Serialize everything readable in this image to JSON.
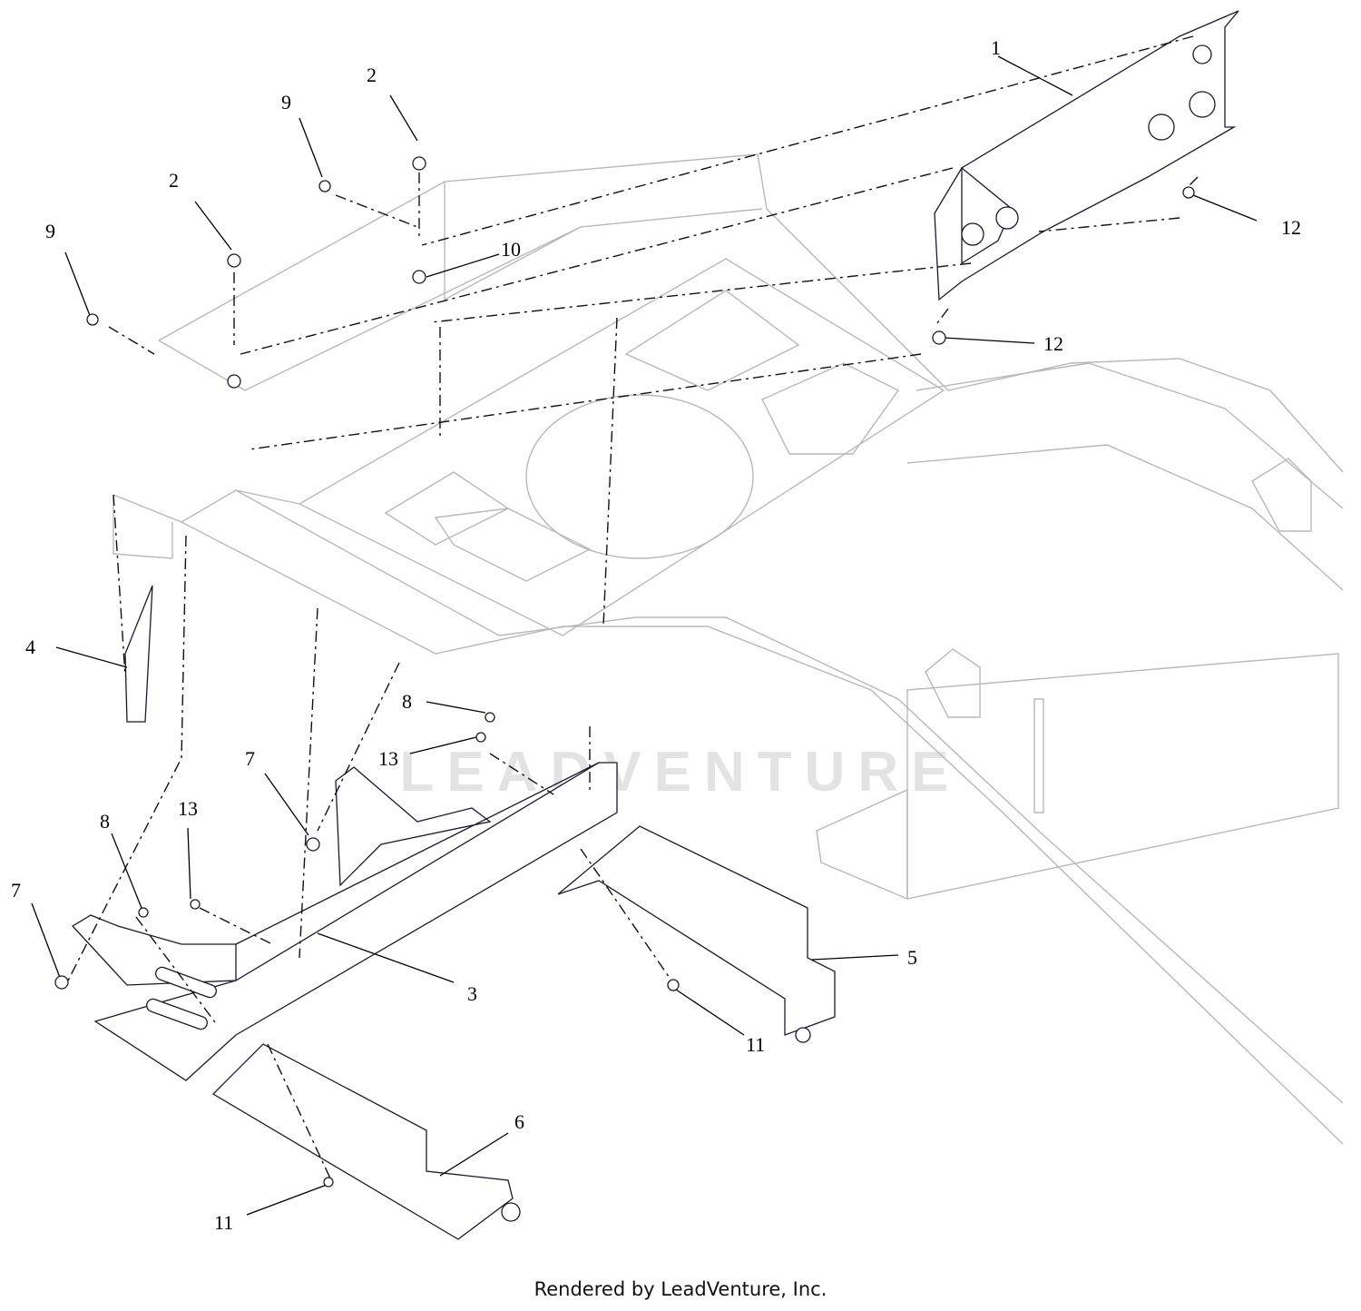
{
  "footer": "Rendered by LeadVenture, Inc.",
  "watermark": "LEADVENTURE",
  "callouts": [
    {
      "id": "c1",
      "label": "1"
    },
    {
      "id": "c2a",
      "label": "2"
    },
    {
      "id": "c2b",
      "label": "2"
    },
    {
      "id": "c3",
      "label": "3"
    },
    {
      "id": "c4",
      "label": "4"
    },
    {
      "id": "c5",
      "label": "5"
    },
    {
      "id": "c6",
      "label": "6"
    },
    {
      "id": "c7a",
      "label": "7"
    },
    {
      "id": "c7b",
      "label": "7"
    },
    {
      "id": "c8a",
      "label": "8"
    },
    {
      "id": "c8b",
      "label": "8"
    },
    {
      "id": "c9a",
      "label": "9"
    },
    {
      "id": "c9b",
      "label": "9"
    },
    {
      "id": "c10",
      "label": "10"
    },
    {
      "id": "c11a",
      "label": "11"
    },
    {
      "id": "c11b",
      "label": "11"
    },
    {
      "id": "c12a",
      "label": "12"
    },
    {
      "id": "c12b",
      "label": "12"
    },
    {
      "id": "c13a",
      "label": "13"
    },
    {
      "id": "c13b",
      "label": "13"
    }
  ]
}
